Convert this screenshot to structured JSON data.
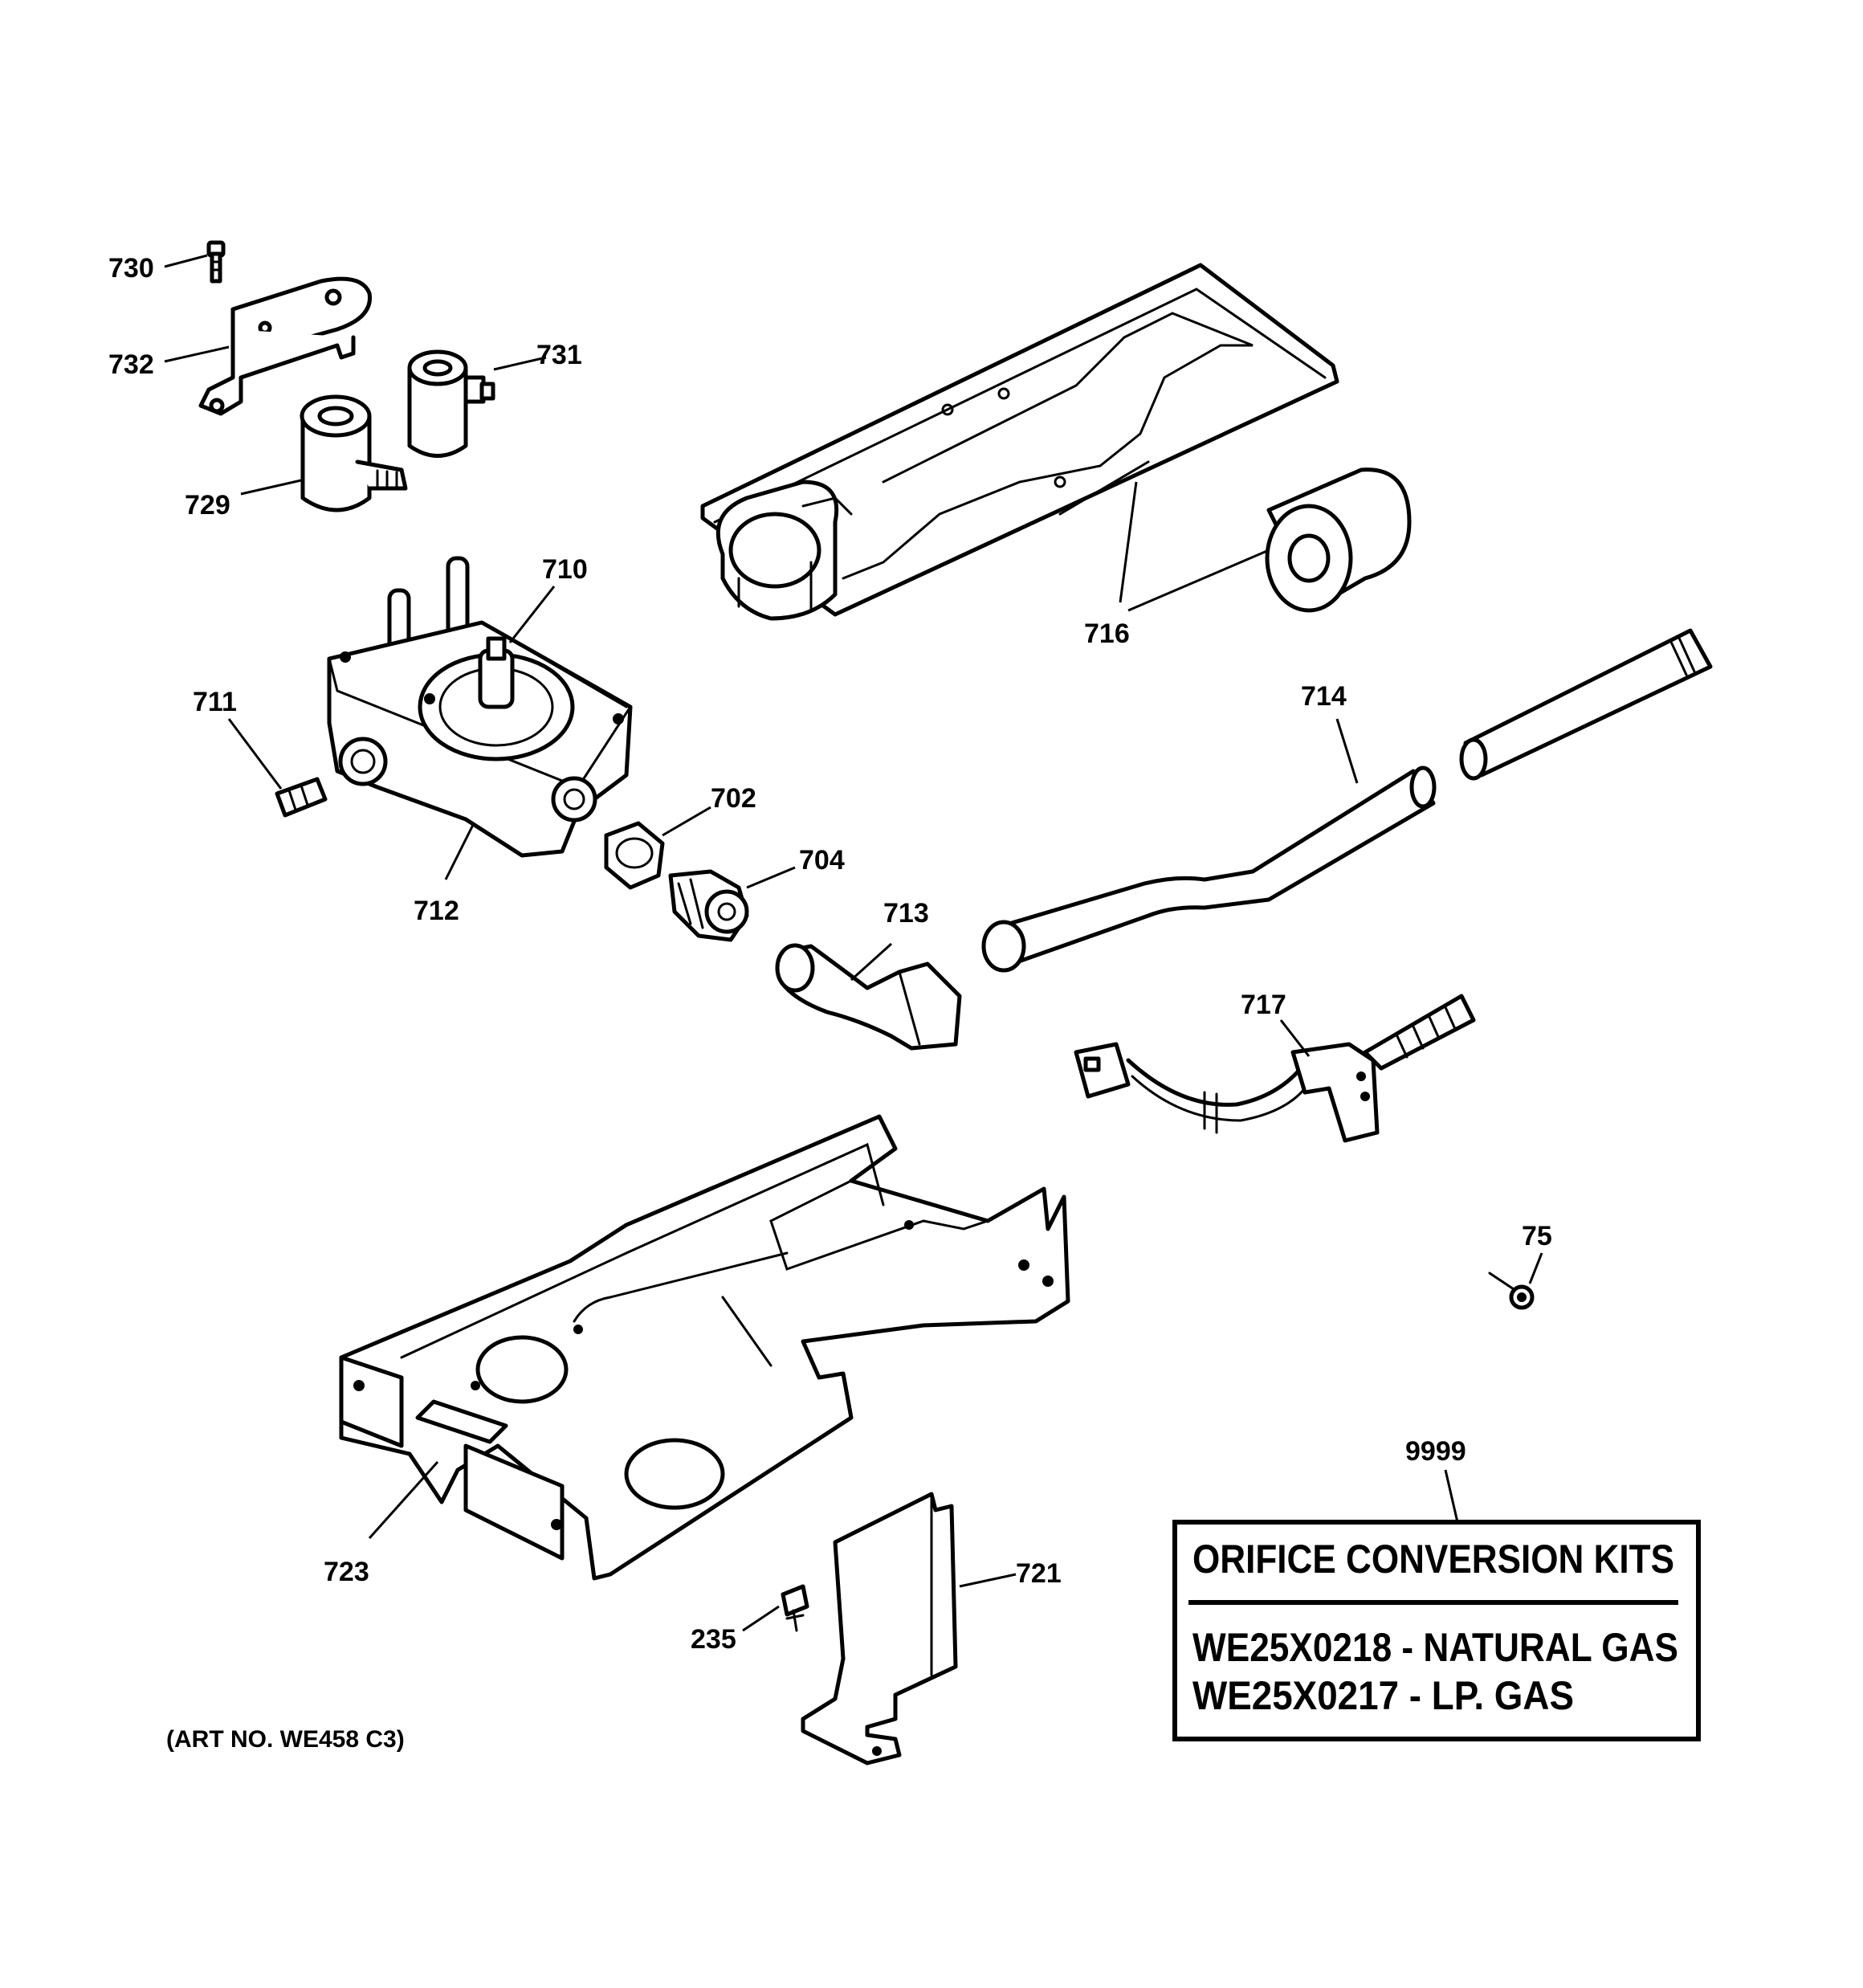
{
  "labels": {
    "p730": "730",
    "p732": "732",
    "p731": "731",
    "p729": "729",
    "p710": "710",
    "p711": "711",
    "p712": "712",
    "p702": "702",
    "p704": "704",
    "p713": "713",
    "p714": "714",
    "p716": "716",
    "p717": "717",
    "p75": "75",
    "p9999": "9999",
    "p723": "723",
    "p721": "721",
    "p235": "235"
  },
  "kit_box": {
    "title": "ORIFICE CONVERSION KITS",
    "line1": "WE25X0218 - NATURAL GAS",
    "line2": "WE25X0217 - LP. GAS"
  },
  "art_number": "(ART NO. WE458 C3)"
}
